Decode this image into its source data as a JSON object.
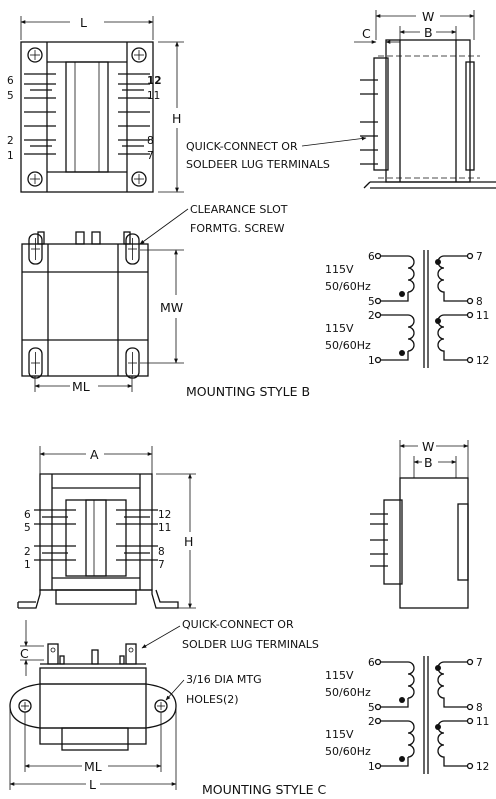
{
  "top": {
    "front_dims": {
      "width": "L",
      "height": "H"
    },
    "front_pins": {
      "left": [
        "6",
        "5",
        "2",
        "1"
      ],
      "right": [
        "12",
        "11",
        "8",
        "7"
      ]
    },
    "side_dims": {
      "overall": "W",
      "core": "B",
      "offset": "C"
    },
    "terminal_callout": [
      "QUICK-CONNECT OR",
      "SOLDEER LUG TERMINALS"
    ],
    "slot_callout": [
      "CLEARANCE SLOT",
      "FORMTG. SCREW"
    ],
    "base_dims": {
      "height": "MW",
      "width": "ML"
    },
    "schematic": {
      "upper_primary": {
        "pins": [
          "6",
          "5"
        ],
        "label": [
          "115V",
          "50/60Hz"
        ]
      },
      "lower_primary": {
        "pins": [
          "2",
          "1"
        ],
        "label": [
          "115V",
          "50/60Hz"
        ]
      },
      "secondaries": [
        "7",
        "8",
        "11",
        "12"
      ]
    },
    "style_label": "MOUNTING STYLE B"
  },
  "bottom": {
    "front_dims": {
      "width": "A",
      "height": "H"
    },
    "front_pins": {
      "left": [
        "6",
        "5",
        "2",
        "1"
      ],
      "right": [
        "12",
        "11",
        "8",
        "7"
      ]
    },
    "side_dims": {
      "overall": "W",
      "core": "B"
    },
    "terminal_callout": [
      "QUICK-CONNECT OR",
      "SOLDER LUG TERMINALS"
    ],
    "offset": "C",
    "holes_callout": [
      "3/16 DIA MTG",
      "HOLES(2)"
    ],
    "base_dims": {
      "inner": "ML",
      "outer": "L"
    },
    "schematic": {
      "upper_primary": {
        "pins": [
          "6",
          "5"
        ],
        "label": [
          "115V",
          "50/60Hz"
        ]
      },
      "lower_primary": {
        "pins": [
          "2",
          "1"
        ],
        "label": [
          "115V",
          "50/60Hz"
        ]
      },
      "secondaries": [
        "7",
        "8",
        "11",
        "12"
      ]
    },
    "style_label": "MOUNTING STYLE C"
  }
}
